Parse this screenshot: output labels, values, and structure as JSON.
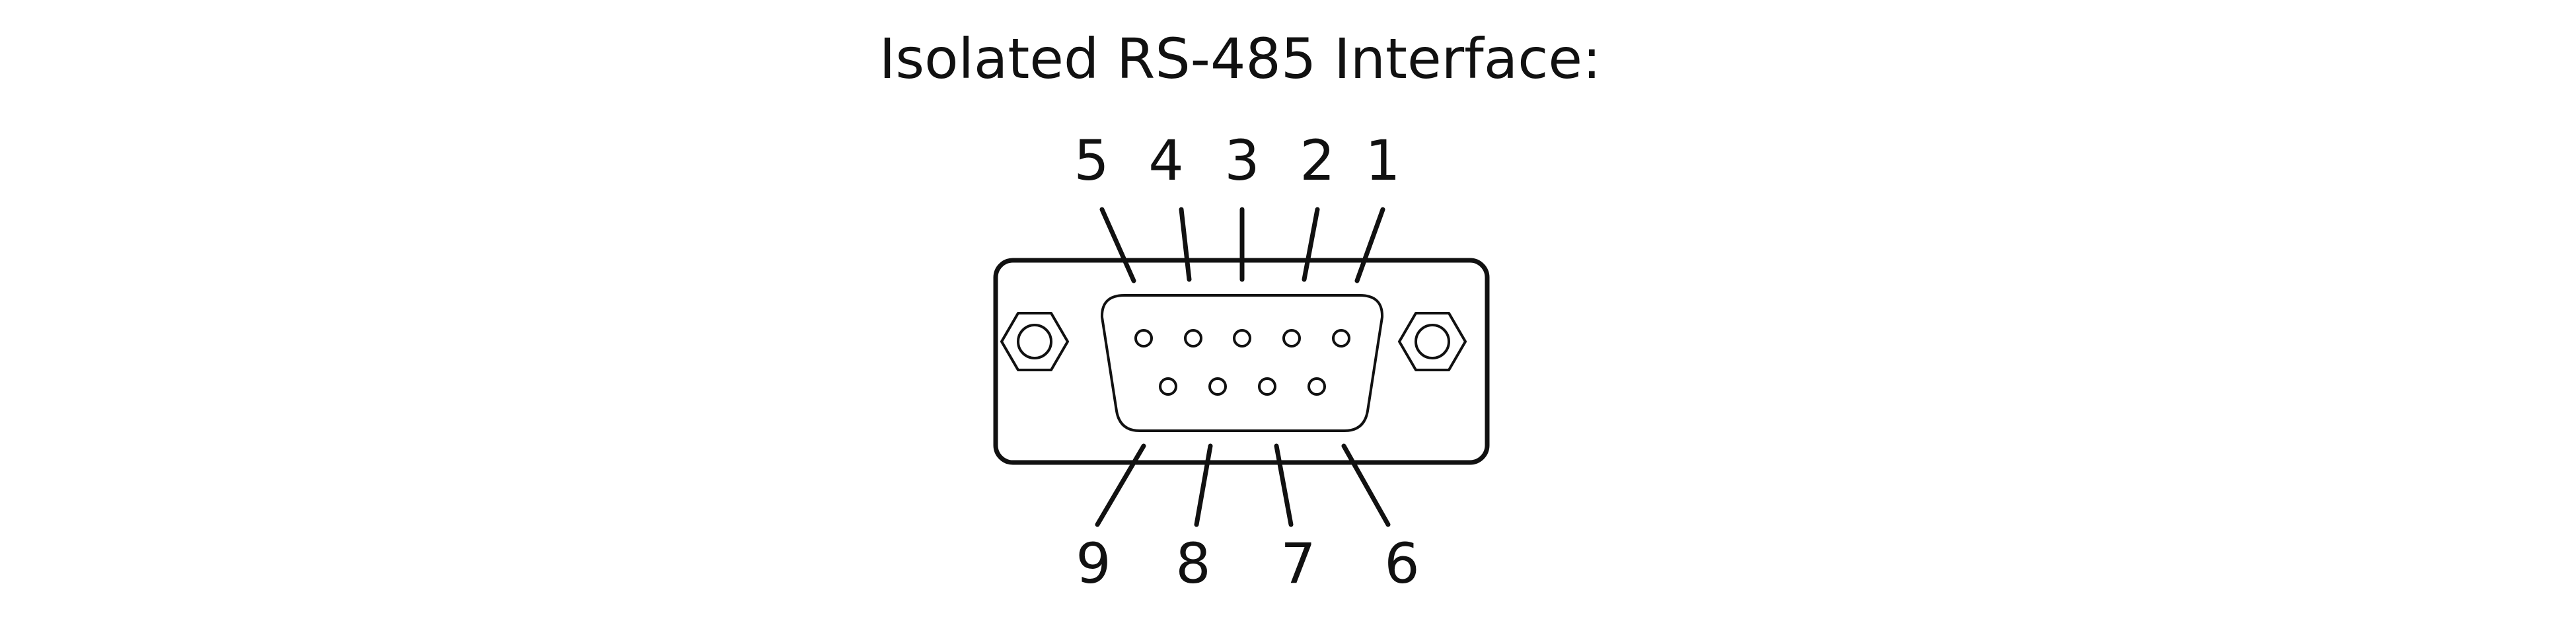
{
  "title": "Isolated RS-485 Interface:",
  "pins_top": [
    {
      "label": "5"
    },
    {
      "label": "4"
    },
    {
      "label": "3"
    },
    {
      "label": "2"
    },
    {
      "label": "1"
    }
  ],
  "pins_bottom": [
    {
      "label": "9"
    },
    {
      "label": "8"
    },
    {
      "label": "7"
    },
    {
      "label": "6"
    }
  ],
  "colors": {
    "line": "#111111",
    "background": "#ffffff"
  }
}
